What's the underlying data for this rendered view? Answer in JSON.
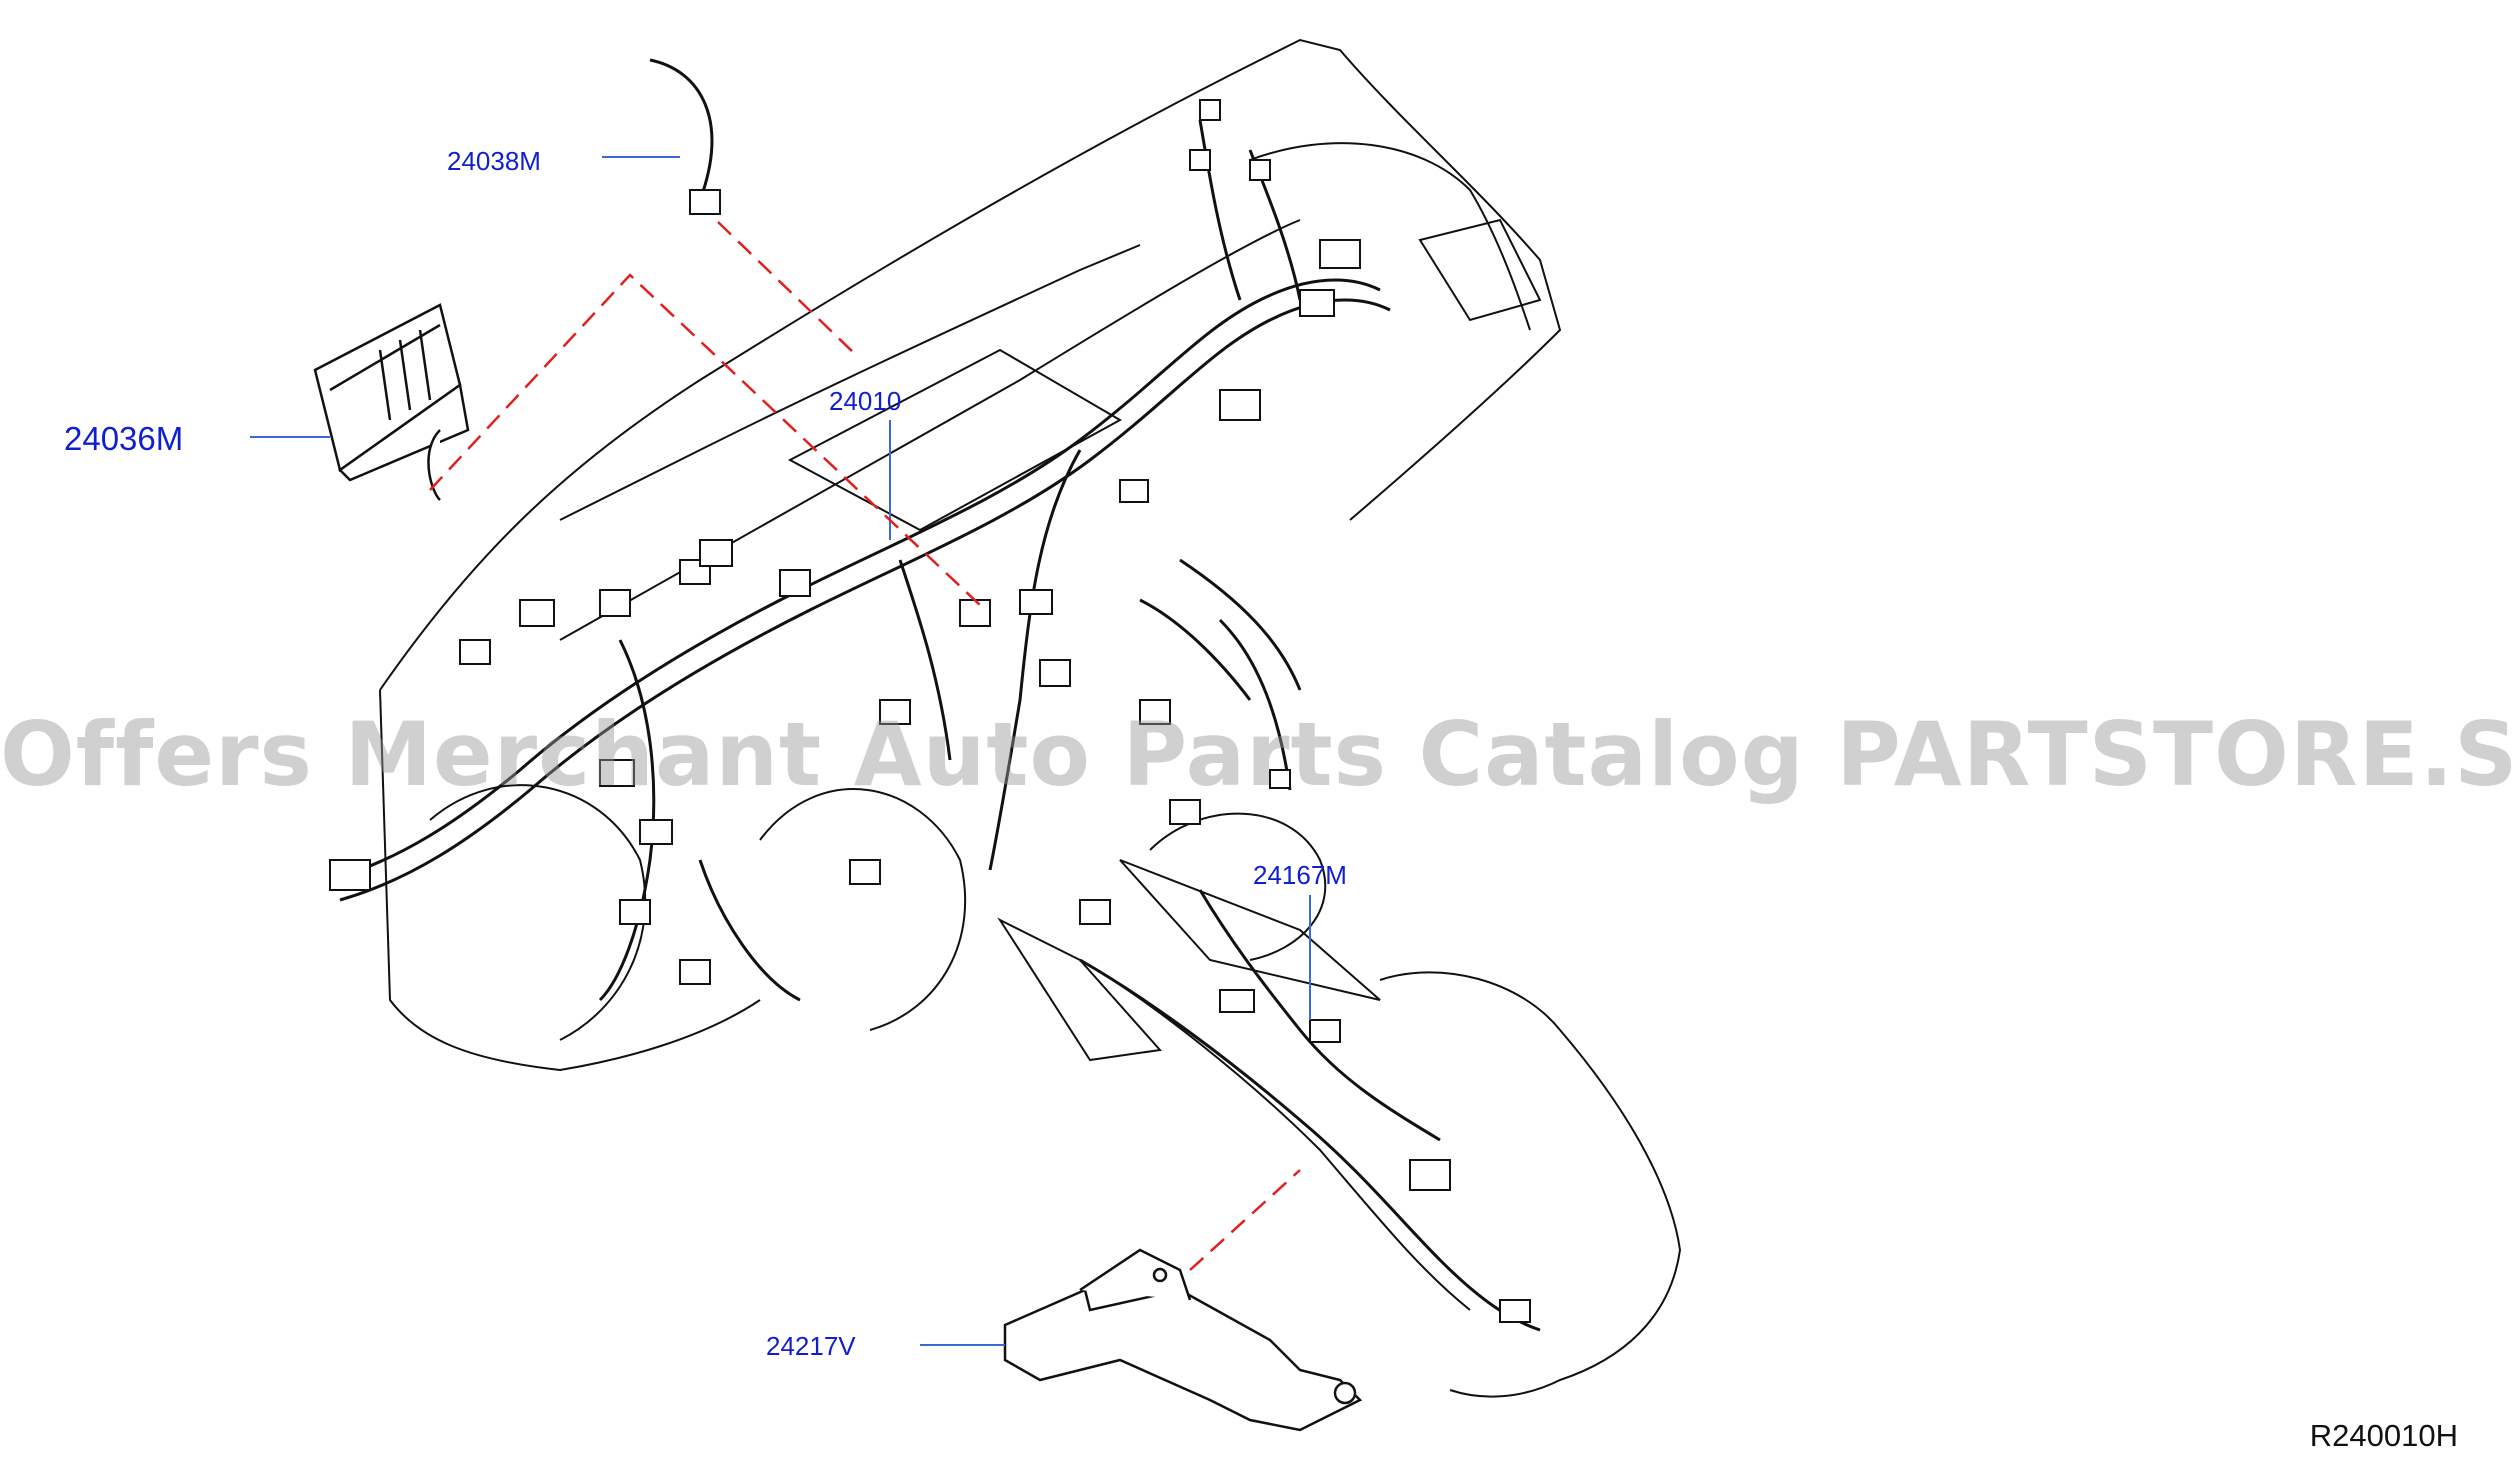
{
  "callouts": [
    {
      "id": "24038M",
      "text": "24038M"
    },
    {
      "id": "24036M",
      "text": "24036M"
    },
    {
      "id": "24010",
      "text": "24010"
    },
    {
      "id": "24167M",
      "text": "24167M"
    },
    {
      "id": "24217V",
      "text": "24217V"
    }
  ],
  "watermark": "Offers Merchant Auto Parts Catalog PARTSTORE.SA",
  "reference_code": "R240010H",
  "colors": {
    "callout_text": "#0f1fd0",
    "leader_line": "#3a6ad8",
    "dashed_leader": "#e02020",
    "outline": "#111111"
  }
}
